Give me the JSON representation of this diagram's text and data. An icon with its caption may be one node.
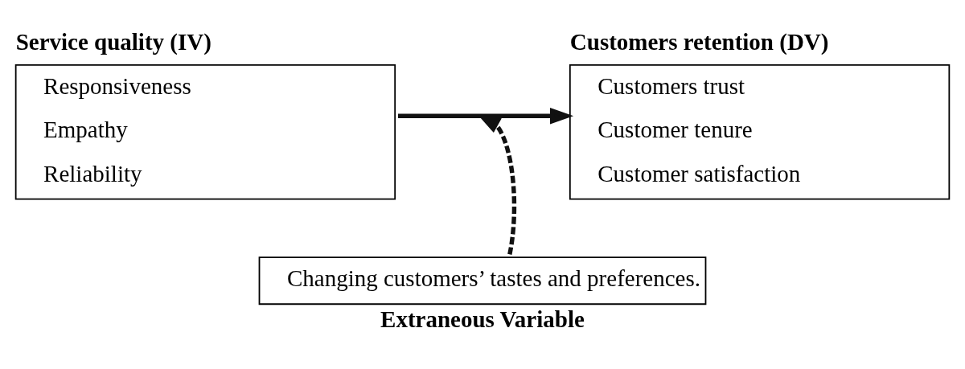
{
  "diagram": {
    "nodes": [
      {
        "text": [
          "Service quality (IV)",
          "Responsiveness",
          "Empathy",
          "Reliability"
        ]
      },
      {
        "text": [
          "Customers retention (DV)",
          "Customers trust",
          "Customer tenure",
          "Customer satisfaction"
        ]
      },
      {
        "text": [
          "Changing customers’ tastes and preferences.",
          "Extraneous Variable"
        ]
      }
    ],
    "edges": [
      {
        "from": 0,
        "to": 1,
        "arrow": "to"
      },
      {
        "from": 2,
        "to": null,
        "arrow": "to",
        "style": "dashed"
      }
    ]
  }
}
